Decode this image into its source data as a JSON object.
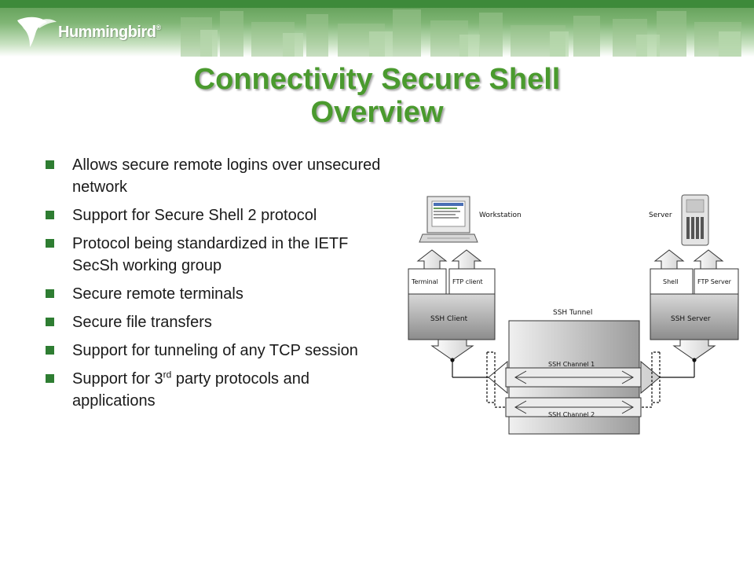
{
  "header": {
    "logo_text": "Hummingbird",
    "logo_mark": "®"
  },
  "title": {
    "line1": "Connectivity Secure Shell",
    "line2": "Overview"
  },
  "bullets": [
    {
      "text": "Allows secure remote logins over unsecured network"
    },
    {
      "text": "Support for Secure Shell 2 protocol"
    },
    {
      "text": "Protocol being standardized in the IETF SecSh working group"
    },
    {
      "text": "Secure remote terminals"
    },
    {
      "text": "Secure file transfers"
    },
    {
      "text": "Support for tunneling of any TCP session"
    },
    {
      "text_pre": "Support for 3",
      "text_sup": "rd",
      "text_post": " party protocols and applications"
    }
  ],
  "diagram": {
    "workstation_label": "Workstation",
    "server_label": "Server",
    "terminal_label": "Terminal",
    "ftp_client_label": "FTP client",
    "shell_label": "Shell",
    "ftp_server_label": "FTP Server",
    "ssh_client_label": "SSH Client",
    "ssh_server_label": "SSH Server",
    "ssh_tunnel_label": "SSH Tunnel",
    "channel1_label": "SSH Channel 1",
    "channel2_label": "SSH Channel 2"
  },
  "colors": {
    "brand_green": "#3d8a3a",
    "title_green": "#4a9a2e",
    "bullet_green": "#2e7d32"
  }
}
